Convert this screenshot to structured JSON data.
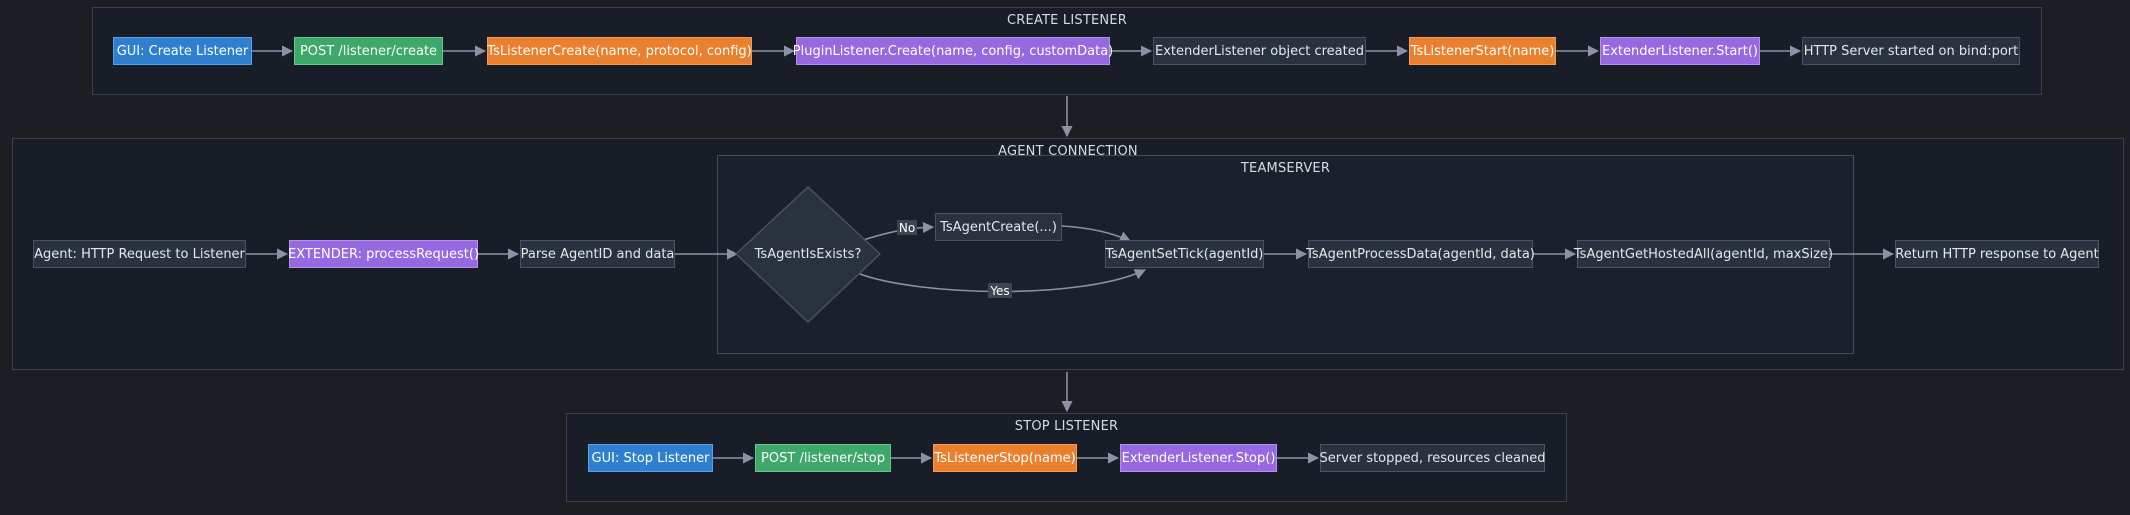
{
  "groups": {
    "create_listener": "CREATE LISTENER",
    "agent_connection": "AGENT CONNECTION",
    "teamserver": "TEAMSERVER",
    "stop_listener": "STOP LISTENER"
  },
  "create_flow": [
    {
      "label": "GUI: Create Listener",
      "color": "blue"
    },
    {
      "label": "POST /listener/create",
      "color": "green"
    },
    {
      "label": "TsListenerCreate(name, protocol, config)",
      "color": "orange"
    },
    {
      "label": "PluginListener.Create(name, config, customData)",
      "color": "purple"
    },
    {
      "label": "ExtenderListener object created",
      "color": "dark"
    },
    {
      "label": "TsListenerStart(name)",
      "color": "orange"
    },
    {
      "label": "ExtenderListener.Start()",
      "color": "purple"
    },
    {
      "label": "HTTP Server started on bind:port",
      "color": "dark"
    }
  ],
  "agent_flow": {
    "http_request": "Agent: HTTP Request to Listener",
    "process_request": "EXTENDER: processRequest()",
    "parse": "Parse AgentID and data",
    "decision": "TsAgentIsExists?",
    "agent_create": "TsAgentCreate(...)",
    "set_tick": "TsAgentSetTick(agentId)",
    "process_data": "TsAgentProcessData(agentId, data)",
    "get_hosted": "TsAgentGetHostedAll(agentId, maxSize)",
    "response": "Return HTTP response to Agent",
    "edge_no": "No",
    "edge_yes": "Yes"
  },
  "stop_flow": [
    {
      "label": "GUI: Stop Listener",
      "color": "blue"
    },
    {
      "label": "POST /listener/stop",
      "color": "green"
    },
    {
      "label": "TsListenerStop(name)",
      "color": "orange"
    },
    {
      "label": "ExtenderListener.Stop()",
      "color": "purple"
    },
    {
      "label": "Server stopped, resources cleaned",
      "color": "dark"
    }
  ],
  "colors": {
    "blue": "#2f7fd0",
    "green": "#3da86a",
    "orange": "#ea7f2e",
    "purple": "#9669e0",
    "dark_node": "#2b323f",
    "edge": "#8a93a6",
    "background": "#1c1e23"
  }
}
